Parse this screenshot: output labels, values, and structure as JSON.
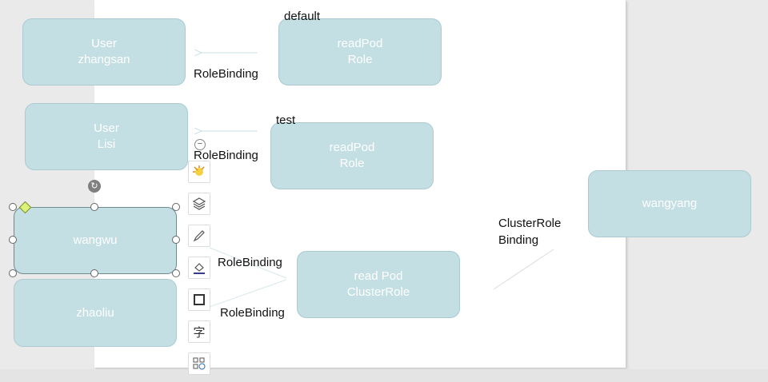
{
  "nodes": {
    "user_zhangsan": [
      "User",
      "zhangsan"
    ],
    "readpod_role_default": [
      "readPod",
      "Role"
    ],
    "user_lisi": [
      "User",
      "Lisi"
    ],
    "readpod_role_test": [
      "readPod",
      "Role"
    ],
    "wangwu": "wangwu",
    "zhaoliu": "zhaoliu",
    "read_pod_clusterrole": [
      "read Pod",
      "ClusterRole"
    ],
    "wangyang": "wangyang"
  },
  "labels": {
    "default": "default",
    "test": "test",
    "rolebinding_1": "RoleBinding",
    "rolebinding_2": "RoleBinding",
    "rolebinding_3": "RoleBinding",
    "rolebinding_4": "RoleBinding",
    "clusterrole_binding": [
      "ClusterRole",
      "Binding"
    ]
  },
  "toolbar": {
    "collapse_symbol": "−",
    "rotate_symbol": "↻",
    "text_tool_glyph": "字"
  },
  "colors": {
    "node_fill": "#c3dfe3",
    "node_text": "#ffffff",
    "arrow": "#c8dfe3"
  }
}
